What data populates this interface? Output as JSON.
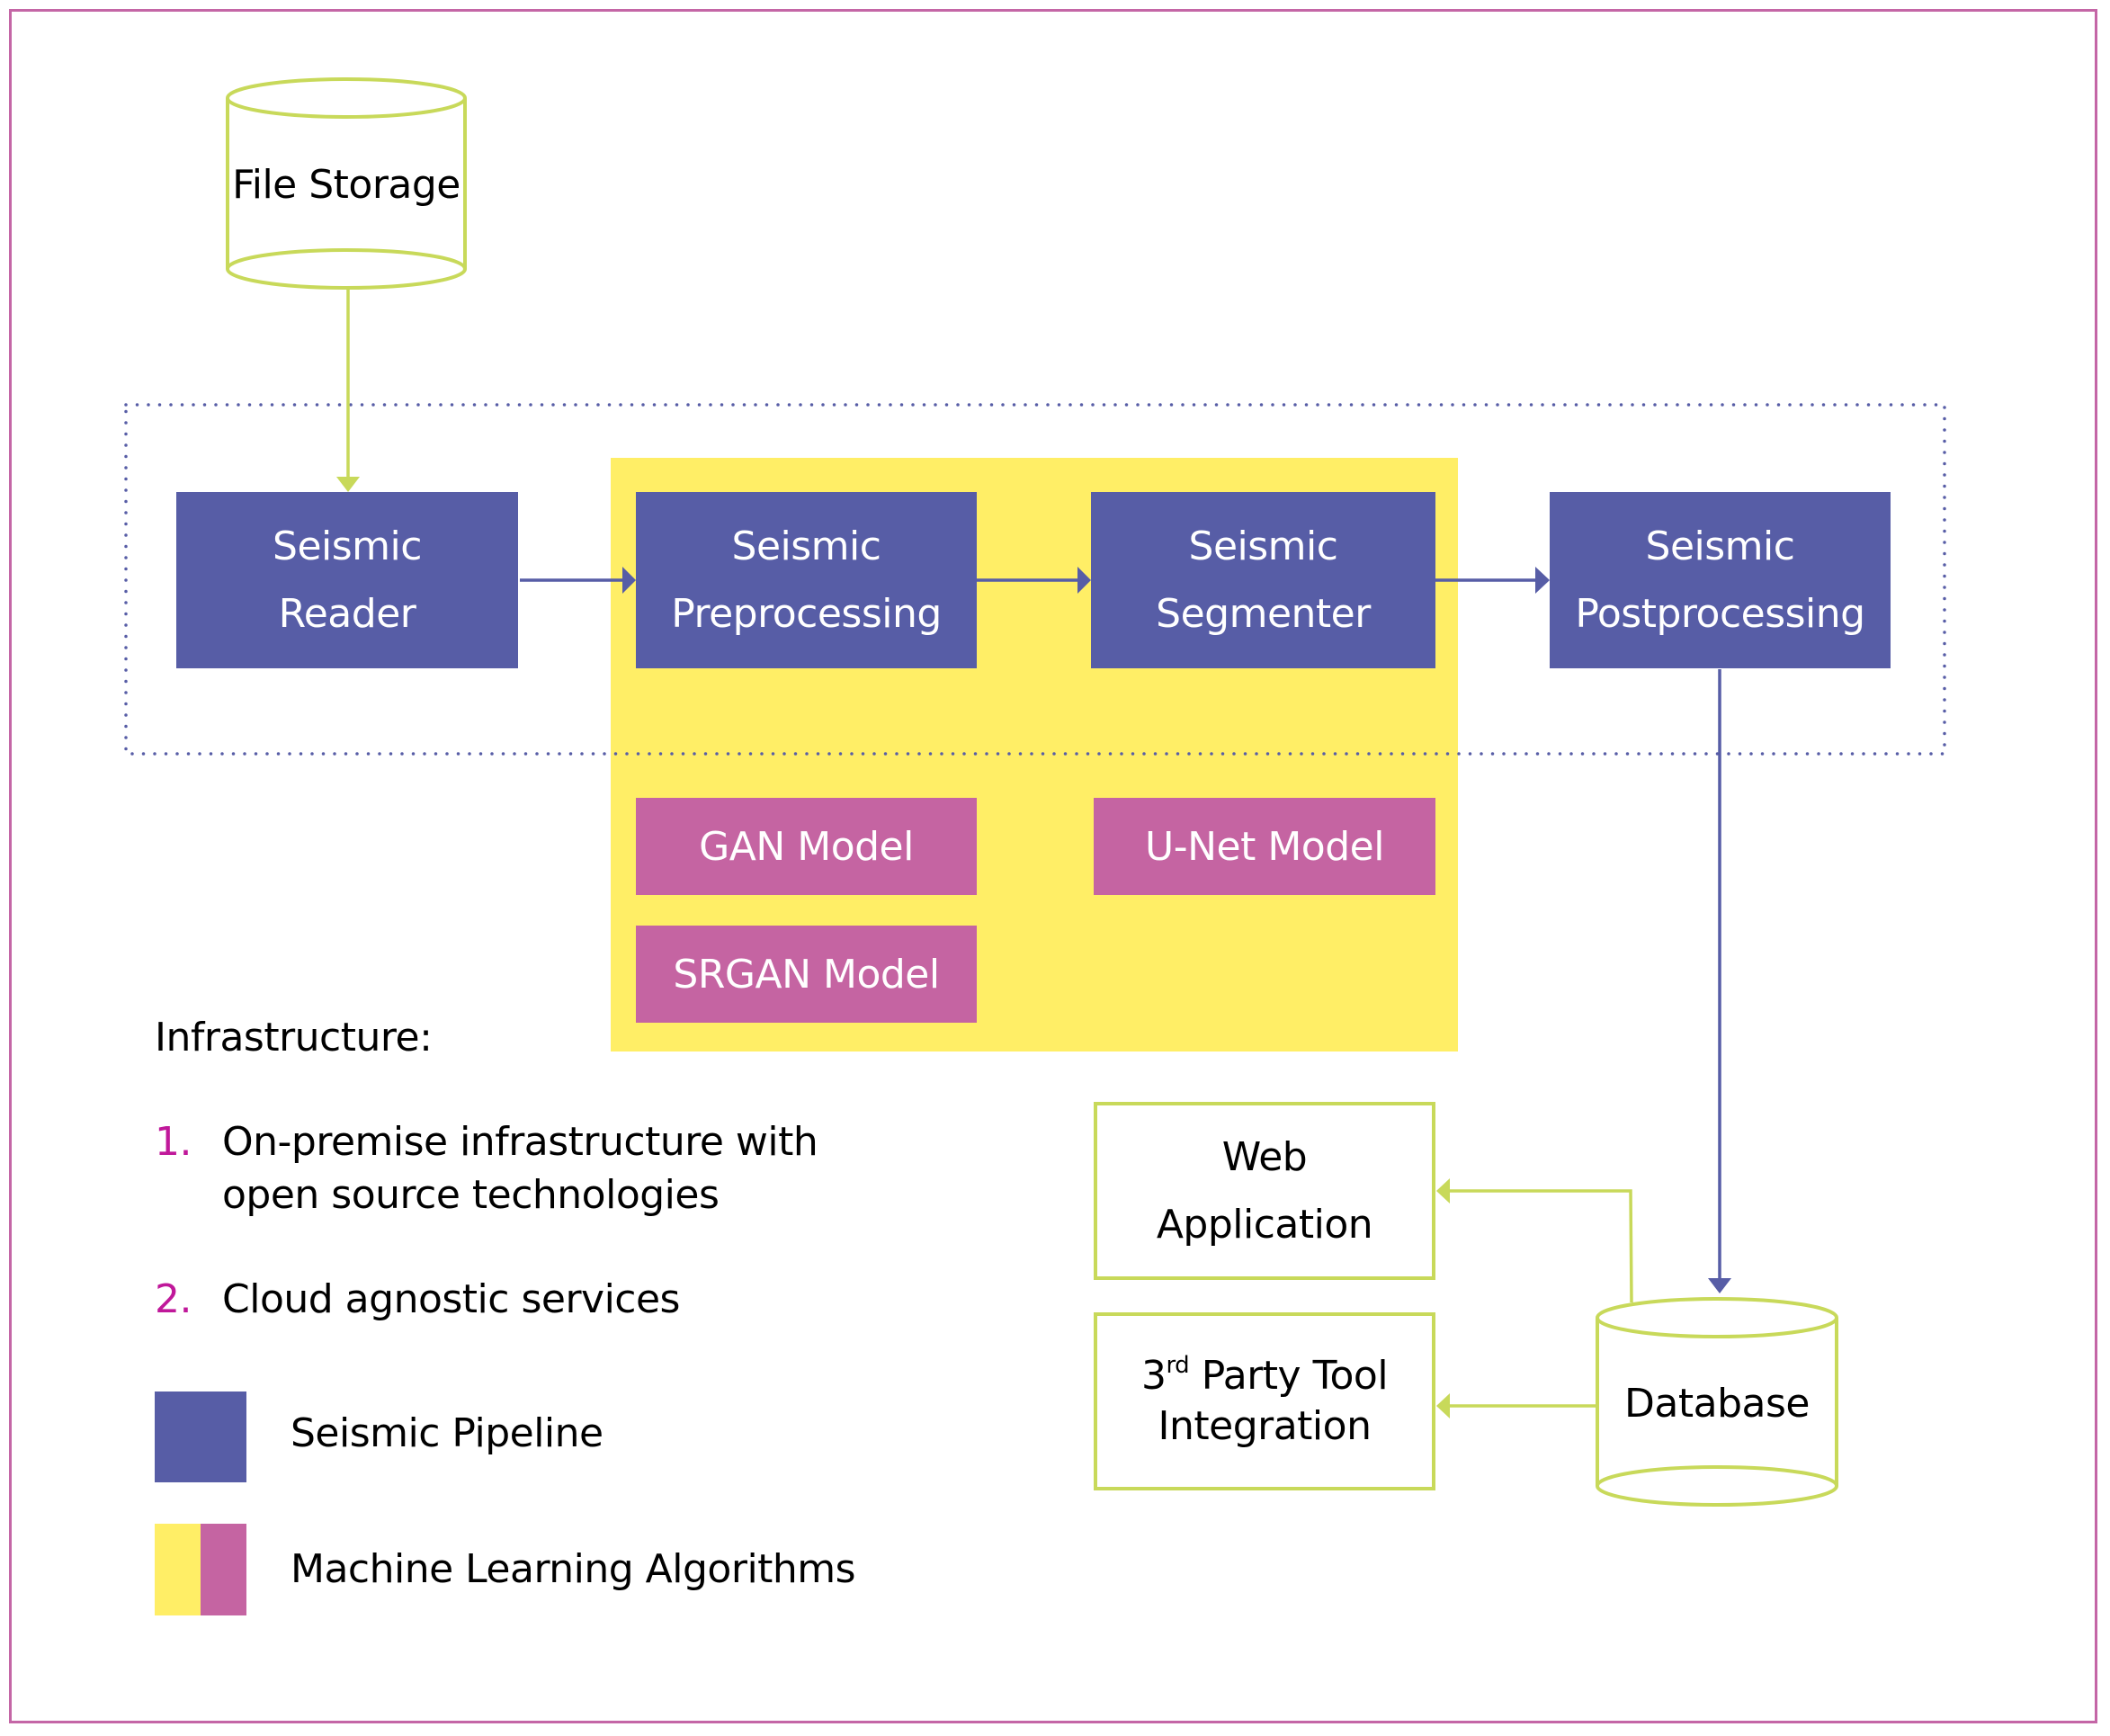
{
  "storage": {
    "label": "File Storage",
    "icon": "cylinder-storage-icon"
  },
  "pipeline": {
    "reader": {
      "line1": "Seismic",
      "line2": "Reader"
    },
    "preprocessing": {
      "line1": "Seismic",
      "line2": "Preprocessing"
    },
    "segmenter": {
      "line1": "Seismic",
      "line2": "Segmenter"
    },
    "postprocessing": {
      "line1": "Seismic",
      "line2": "Postprocessing"
    }
  },
  "models": {
    "gan": "GAN Model",
    "unet": "U-Net Model",
    "srgan": "SRGAN Model"
  },
  "outputs": {
    "web": {
      "line1": "Web",
      "line2": "Application"
    },
    "third_party": {
      "ordinal": "3",
      "ordinal_suffix": "rd",
      "line1_rest": " Party Tool",
      "line2": "Integration"
    }
  },
  "database": {
    "label": "Database",
    "icon": "cylinder-database-icon"
  },
  "infrastructure": {
    "title": "Infrastructure:",
    "items": [
      {
        "number": "1.",
        "line1": "On-premise infrastructure with",
        "line2": "open source technologies"
      },
      {
        "number": "2.",
        "line1": "Cloud agnostic services"
      }
    ]
  },
  "legend": [
    {
      "label": "Seismic Pipeline",
      "colors": [
        "#575DA6"
      ]
    },
    {
      "label": "Machine Learning Algorithms",
      "colors": [
        "#FFEE66",
        "#C564A2"
      ]
    }
  ],
  "colors": {
    "pipeline": "#575DA6",
    "ml_container": "#FFEE66",
    "ml_model": "#C564A2",
    "storage_outline": "#C8D95A",
    "frame": "#C466A6",
    "list_number": "#C0189A"
  }
}
